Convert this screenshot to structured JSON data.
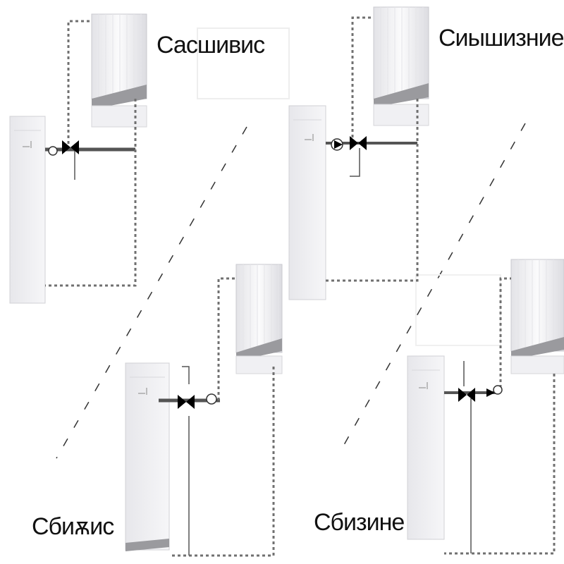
{
  "labels": {
    "top_left": "Сасшивис",
    "top_right": "Сиышизние",
    "bottom_left": "Сбиѫис",
    "bottom_right": "Сбизине"
  },
  "colors": {
    "panel_fill": "#f4f4f6",
    "panel_edge": "#c9c9cf",
    "pipe": "#555555",
    "dash": "#707070",
    "diagonal": "#333333",
    "valve": "#000000"
  },
  "icons": {
    "valve": "bowtie-valve-icon",
    "balancer": "circle-valve-icon",
    "thermostat": "thermostat-head-icon"
  }
}
